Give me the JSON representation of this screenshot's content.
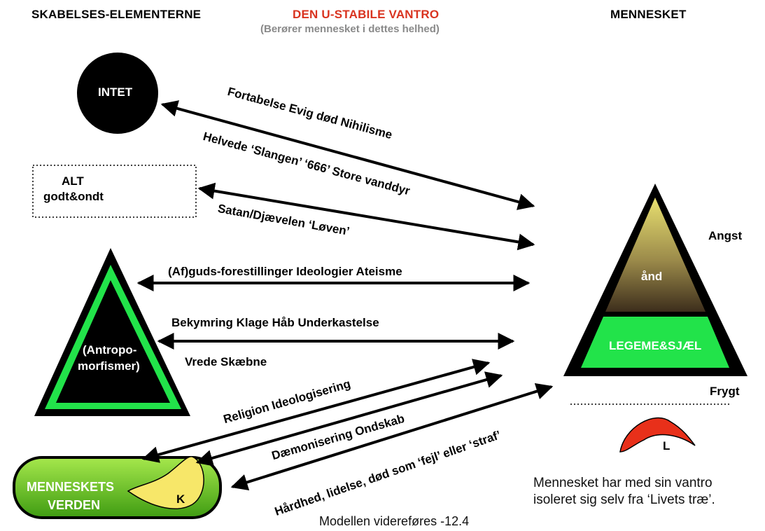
{
  "headers": {
    "left": "SKABELSES-ELEMENTERNE",
    "center": "DEN U-STABILE VANTRO",
    "center_sub": "(Berører mennesket i dettes helhed)",
    "right": "MENNESKET"
  },
  "colors": {
    "center_header": "#d9331f",
    "green": "#22e34a",
    "dark_green": "#4aa516",
    "red": "#e8301a",
    "yellow": "#f7e769"
  },
  "nodes": {
    "intet": "INTET",
    "alt_line1": "ALT",
    "alt_line2": "godt&ondt",
    "antropo_line1": "(Antropo-",
    "antropo_line2": "morfismer)",
    "aand": "ånd",
    "legeme": "LEGEME&SJÆL",
    "menneskets_line1": "MENNESKETS",
    "menneskets_line2": "VERDEN",
    "k": "K",
    "l": "L"
  },
  "arrow_labels": {
    "a1": "Fortabelse   Evig død    Nihilisme",
    "a2": "Helvede  ‘Slangen’   ‘666’   Store vanddyr",
    "a3": "Satan/Djævelen ‘Løven’",
    "a4": "(Af)guds-forestillinger  Ideologier   Ateisme",
    "a5_above": "Bekymring   Klage   Håb   Underkastelse",
    "a5_below": "Vrede   Skæbne",
    "a6": "Religion  Ideologisering",
    "a7": "Dæmonisering   Ondskab",
    "a8": "Hårdhed, lidelse, død som ‘fejl’ eller ‘straf’"
  },
  "right_labels": {
    "angst": "Angst",
    "frygt": "Frygt"
  },
  "notes": {
    "isolation_line1": "Mennesket har med sin vantro",
    "isolation_line2": "isoleret sig selv fra ‘Livets træ’.",
    "footer": "Modellen videreføres -12.4"
  }
}
